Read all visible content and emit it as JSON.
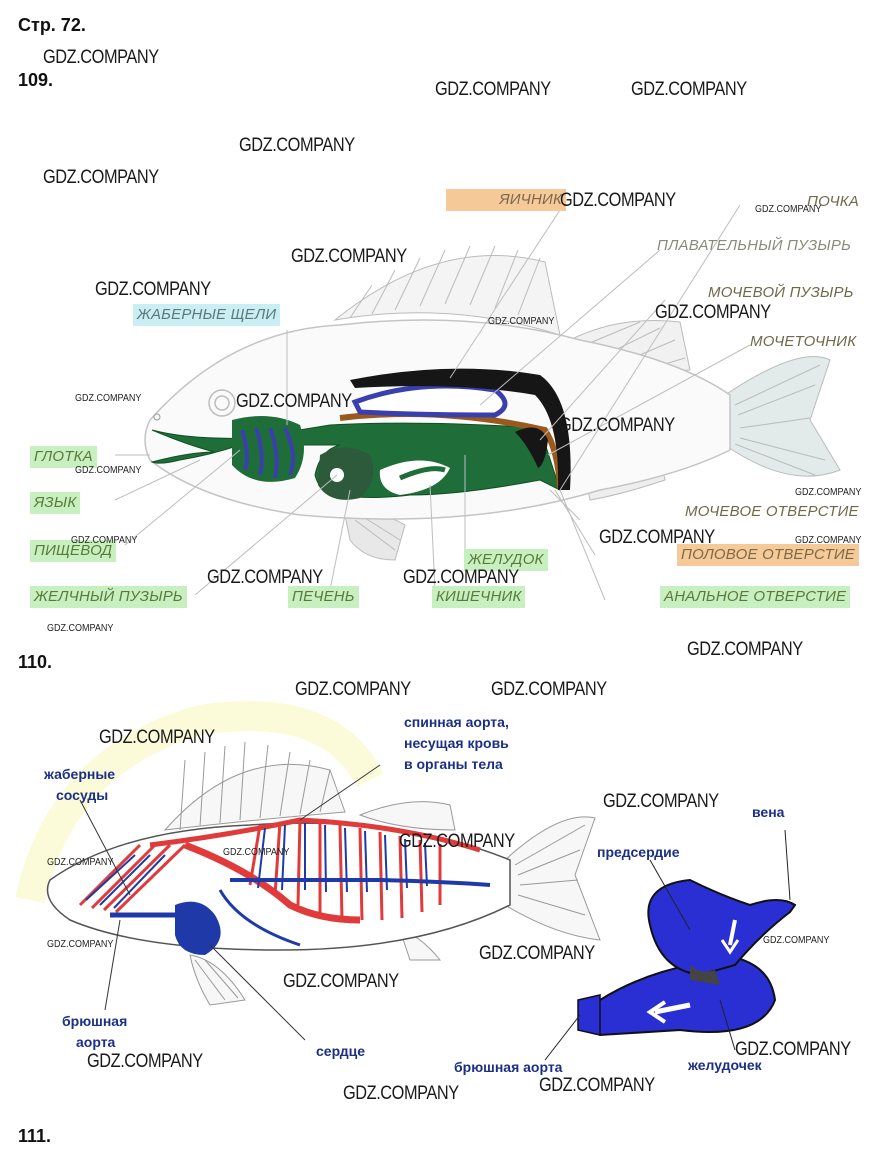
{
  "page_header": "Стр. 72.",
  "tasks": {
    "t109": "109.",
    "t110": "110.",
    "t111": "111."
  },
  "watermark": "GDZ.COMPANY",
  "fig109_labels": {
    "gill_slits": "ЖАБЕРНЫЕ ЩЕЛИ",
    "pharynx": "ГЛОТКА",
    "tongue": "ЯЗЫК",
    "esophagus": "ПИЩЕВОД",
    "gallbladder": "ЖЕЛЧНЫЙ ПУЗЫРЬ",
    "liver": "ПЕЧЕНЬ",
    "stomach": "ЖЕЛУДОК",
    "intestine": "КИШЕЧНИК",
    "ovary": "ЯИЧНИК",
    "kidney": "ПОЧКА",
    "swim_bladder": "ПЛАВАТЕЛЬНЫЙ ПУЗЫРЬ",
    "urinary_bladder": "МОЧЕВОЙ ПУЗЫРЬ",
    "ureter": "МОЧЕТОЧНИК",
    "urinary_opening": "МОЧЕВОЕ ОТВЕРСТИЕ",
    "genital_opening": "ПОЛОВОЕ ОТВЕРСТИЕ",
    "anal_opening": "АНАЛЬНОЕ ОТВЕРСТИЕ"
  },
  "fig110_labels": {
    "dorsal_aorta_1": "спинная аорта,",
    "dorsal_aorta_2": "несущая кровь",
    "dorsal_aorta_3": "в органы тела",
    "gill_vessels_1": "жаберные",
    "gill_vessels_2": "сосуды",
    "ventral_aorta_1": "брюшная",
    "ventral_aorta_2": "аорта",
    "heart": "сердце",
    "vein": "вена",
    "atrium": "предсердие",
    "ventricle": "желудочек",
    "ventral_aorta_full": "брюшная аорта"
  },
  "colors": {
    "green": "#1f6e3a",
    "brown": "#9a5a1e",
    "navy": "#3a3fae",
    "red": "#e03a3a",
    "blue": "#1f3aa8",
    "dark": "#161616"
  }
}
